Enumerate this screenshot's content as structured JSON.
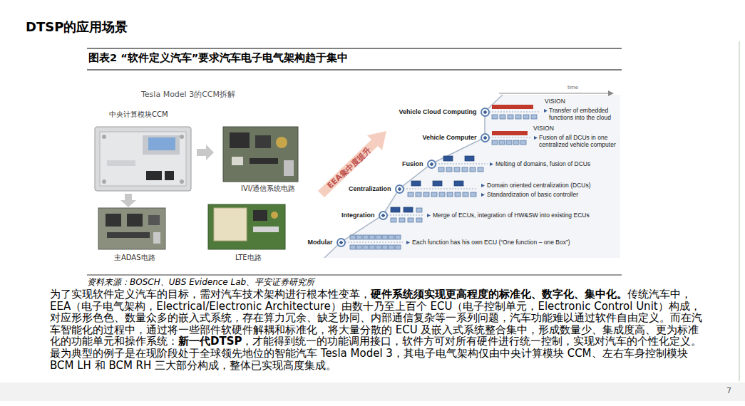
{
  "diagram": {
    "title": "DTSP的应用场景",
    "caption": "图表2 “软件定义汽车”要求汽车电子电气架构趋于集中",
    "nodes": [
      {
        "text": [
          "Vehicle Cloud Computing"
        ]
      },
      {
        "text": [
          "Vehicle Computer"
        ]
      },
      {
        "text": [
          "Fusion"
        ]
      },
      {
        "text": [
          "Centralization"
        ]
      },
      {
        "text": [
          "Integration"
        ]
      },
      {
        "text": [
          "Modular"
        ]
      }
    ],
    "labels": [
      "Tesla Model 3的CCM拆解",
      "中央计算模块CCM",
      "IVI/通信系统电路",
      "主ADAS电路",
      "LTE电路",
      "time",
      "EEA集中度提升",
      "VISION",
      "Transfer of embedded functions into the cloud",
      "VISION",
      "Fusion of all DCUs in one centralized vehicle computer",
      "Melting of domains, fusion of DCUs",
      "Domain oriented centralization (DCUs)",
      "Standardization of basic controller",
      "Merge of ECUs, integration of HW&SW into existing ECUs",
      "Each function has his own ECU (“One function – one Box”)",
      "资料来源：BOSCH、UBS Evidence Lab、平安证券研究所",
      "为了实现软件定义汽车的目标，需对汽车技术架构进行根本性变革，",
      "硬件系统须实现更高程度的标准化、数字化、集中化。",
      "传统汽车中，EEA（电子电气架构，Electrical/Electronic Architecture）由数十乃至上百个 ECU（电子控制单元，Electronic Control Unit）构成，对应形形色色、数量众多的嵌入式系统，存在算力冗余、缺乏协同、内部通信复杂等一系列问题，汽车功能难以通过软件自由定义。而在汽车智能化的过程中，通过将一些部件软硬件解耦和标准化，将大量分散的 ECU 及嵌入式系统整合集中，形成数量少、集成度高、更为标准化的功能单元和操作系统：",
      "新一代DTSP",
      "，才能得到统一的功能调用接口，软件方可对所有硬件进行统一控制，实现对汽车的个性化定义。最为典型的例子是在现阶段处于全球领先地位的智能汽车 Tesla Model 3，其电子电气架构仅由中央计算模块 CCM、左右车身控制模块 BCM LH 和 BCM RH 三大部分构成，整体已实现高度集成。",
      "7"
    ]
  }
}
